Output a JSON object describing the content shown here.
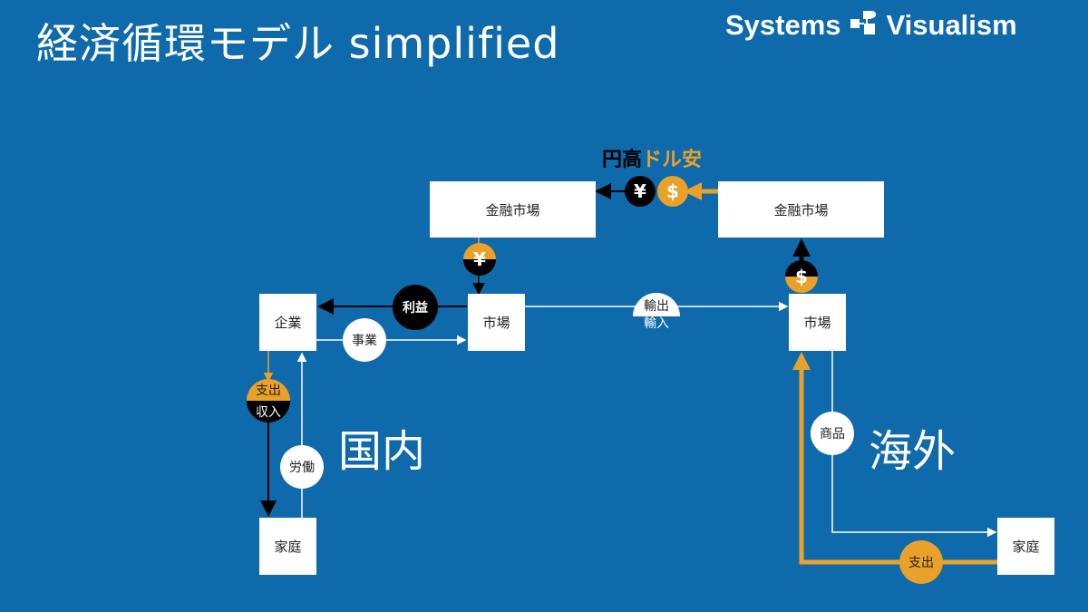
{
  "title": "経済循環モデル simplified",
  "brand": {
    "left": "Systems",
    "right": "Visualism"
  },
  "regions": {
    "domestic": "国内",
    "foreign": "海外"
  },
  "boxes": {
    "finance_left": "金融市場",
    "finance_right": "金融市場",
    "company": "企業",
    "market_left": "市場",
    "market_right": "市場",
    "home_left": "家庭",
    "home_right": "家庭"
  },
  "circles": {
    "profit": "利益",
    "business": "事業",
    "labor": "労働",
    "goods": "商品",
    "expense_top": "支出",
    "income_bottom": "収入",
    "expense_right": "支出",
    "export": "輸出",
    "import": "輸入"
  },
  "currency": {
    "yen": "¥",
    "dollar": "$"
  },
  "strong_yen": {
    "yen_part": "円高",
    "dollar_part": "ドル安"
  },
  "colors": {
    "background": "#0f6aab",
    "accent": "#e9a12a",
    "black": "#000000",
    "white": "#ffffff"
  }
}
